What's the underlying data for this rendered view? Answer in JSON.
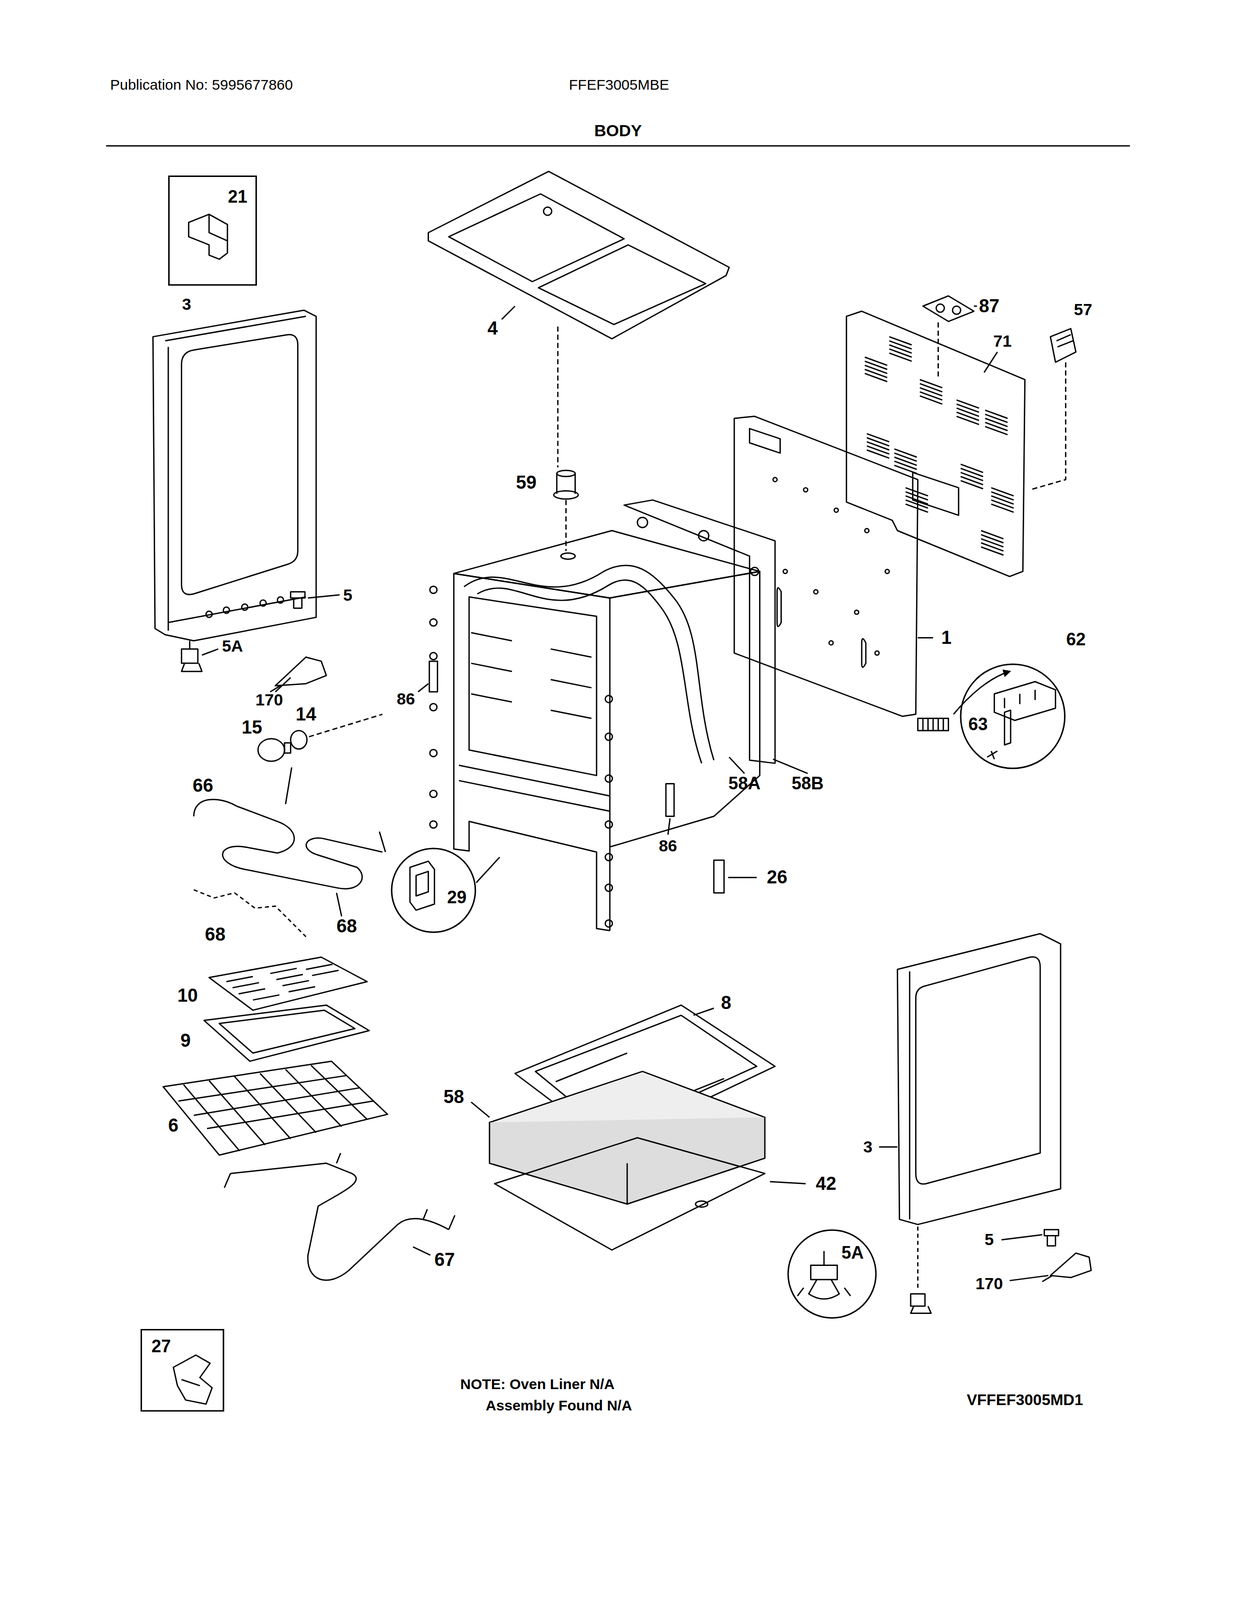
{
  "diagram": {
    "title": "BODY",
    "nodes": [
      {
        "text": [
          "21"
        ]
      },
      {
        "text": [
          "62",
          "63"
        ]
      },
      {
        "text": [
          "29"
        ]
      },
      {
        "text": [
          "5A"
        ]
      },
      {
        "text": [
          "27"
        ]
      }
    ],
    "labels": [
      "Publication No: 5995677860",
      "FFEF3005MBE",
      "3",
      "4",
      "5",
      "5A",
      "170",
      "14",
      "15",
      "86",
      "59",
      "87",
      "57",
      "71",
      "1",
      "58A",
      "58B",
      "86",
      "26",
      "66",
      "68",
      "68",
      "10",
      "9",
      "6",
      "58",
      "8",
      "42",
      "67",
      "3",
      "5",
      "170",
      "NOTE: Oven Liner N/A",
      "Assembly Found N/A",
      "VFFEF3005MD1"
    ]
  }
}
